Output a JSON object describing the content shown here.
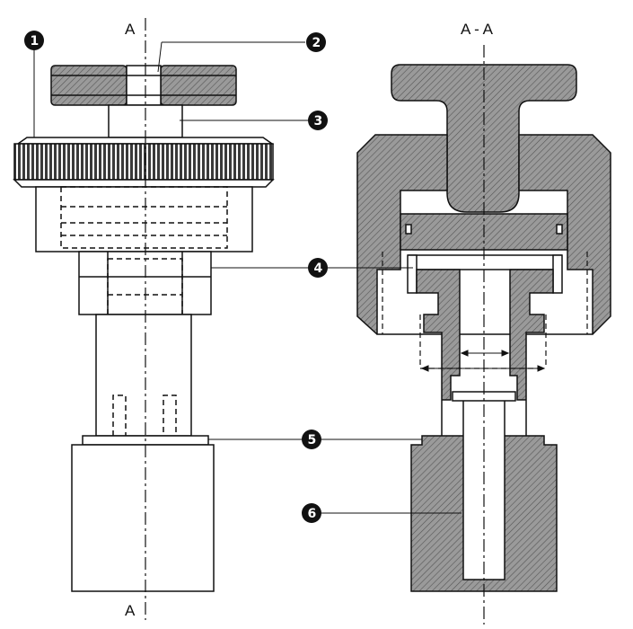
{
  "section_label_left_top": "A",
  "section_label_left_bottom": "A",
  "section_title": "A - A",
  "callouts": [
    "1",
    "2",
    "3",
    "4",
    "5",
    "6"
  ],
  "colors": {
    "line": "#111111",
    "hatch_fill": "#8c8c8c",
    "knurl_fill": "#5a5a5a",
    "background": "#ffffff",
    "callout_circle": "#111111"
  }
}
